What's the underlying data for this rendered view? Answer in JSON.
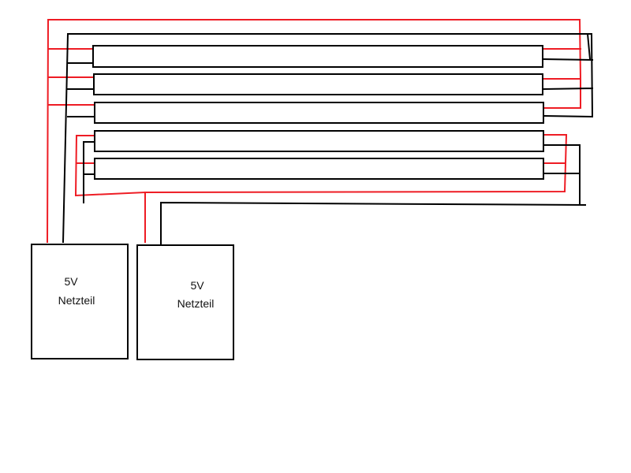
{
  "colors": {
    "positive_wire": "#ee1c24",
    "ground_wire": "#000000",
    "outline": "#000000",
    "background": "#ffffff"
  },
  "strips": {
    "count": 5
  },
  "power_supplies": [
    {
      "voltage": "5V",
      "name": "Netzteil"
    },
    {
      "voltage": "5V",
      "name": "Netzteil"
    }
  ]
}
